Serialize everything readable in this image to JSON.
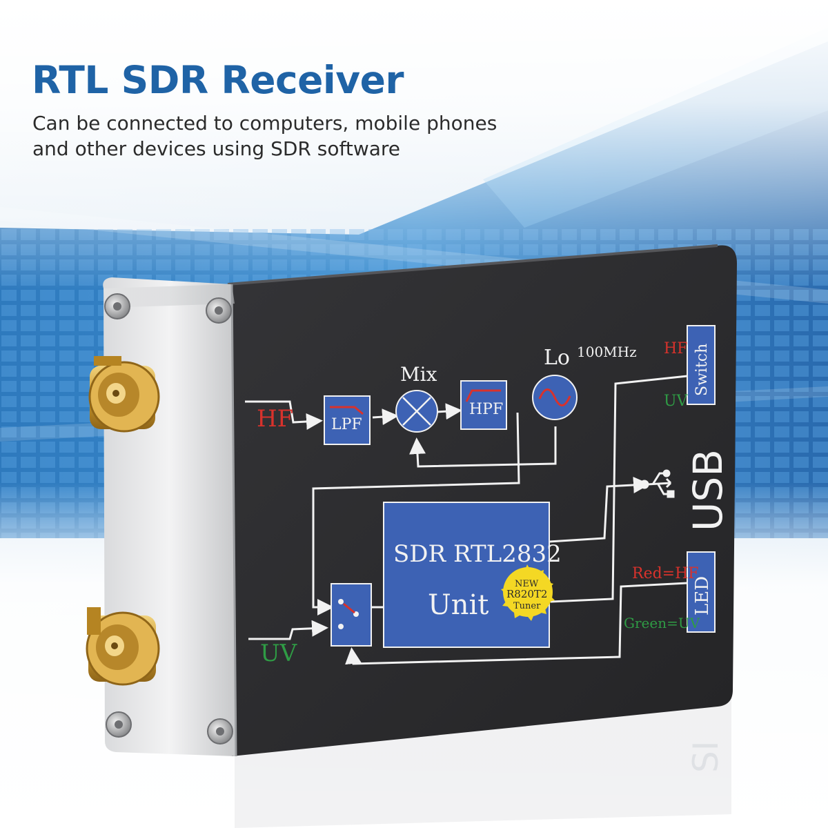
{
  "header": {
    "title": "RTL SDR Receiver",
    "subtitle_line1": "Can be connected to computers, mobile phones",
    "subtitle_line2": "and other devices using SDR software"
  },
  "panel": {
    "input_hf": "HF",
    "input_uv": "UV",
    "lpf": "LPF",
    "hpf": "HPF",
    "mix": "Mix",
    "lo": "Lo",
    "lo_freq": "100MHz",
    "sdr_line1": "SDR RTL2832",
    "sdr_line2": "Unit",
    "badge_line1": "NEW",
    "badge_line2": "R820T2",
    "badge_line3": "Tuner",
    "switch_label": "Switch",
    "switch_hf": "HF",
    "switch_uv": "UV",
    "usb_label": "USB",
    "led_label": "LED",
    "led_red": "Red=HF",
    "led_green": "Green=UV"
  },
  "colors": {
    "title_blue": "#1f63a6",
    "panel_black": "#2b2b2d",
    "block_blue": "#3d62b4",
    "hf_red": "#d8322c",
    "uv_green": "#2f9c45",
    "brass": "#c9982e"
  }
}
